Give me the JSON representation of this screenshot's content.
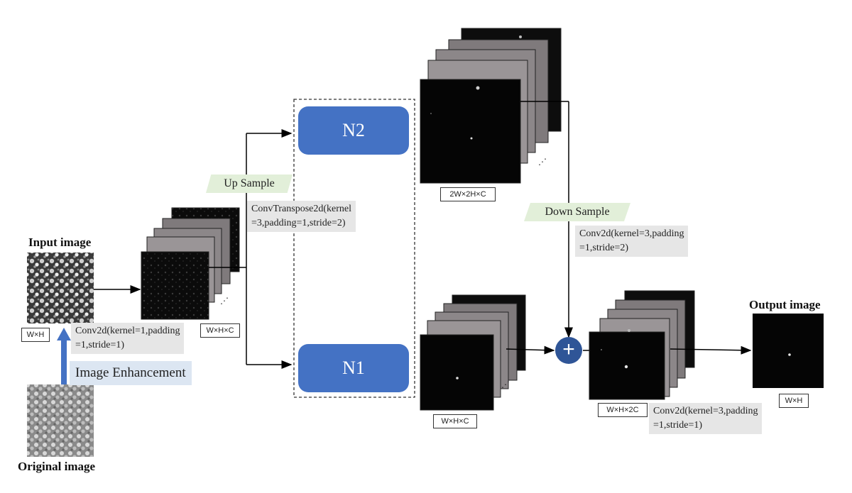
{
  "labels": {
    "input_image": "Input image",
    "original_image": "Original image",
    "output_image": "Output image",
    "image_enhancement": "Image Enhancement",
    "up_sample": "Up Sample",
    "down_sample": "Down Sample"
  },
  "dims": {
    "input": "W×H",
    "first_stack": "W×H×C",
    "n2_stack": "2W×2H×C",
    "n1_stack": "W×H×C",
    "merged_stack": "W×H×2C",
    "output": "W×H"
  },
  "ops": {
    "conv_first_l1": "Conv2d(kernel=1,padding",
    "conv_first_l2": "=1,stride=1)",
    "convtranspose_l1": "ConvTranspose2d(kernel",
    "convtranspose_l2": "=3,padding=1,stride=2)",
    "conv_down_l1": "Conv2d(kernel=3,padding",
    "conv_down_l2": "=1,stride=2)",
    "conv_last_l1": "Conv2d(kernel=3,padding",
    "conv_last_l2": "=1,stride=1)"
  },
  "nodes": {
    "n1": "N1",
    "n2": "N2",
    "plus": "+"
  },
  "colors": {
    "node_blue": "#4472c4",
    "plus_blue": "#2f5597",
    "param_green": "#e2efd9",
    "enhance_blue": "#dce6f2"
  }
}
